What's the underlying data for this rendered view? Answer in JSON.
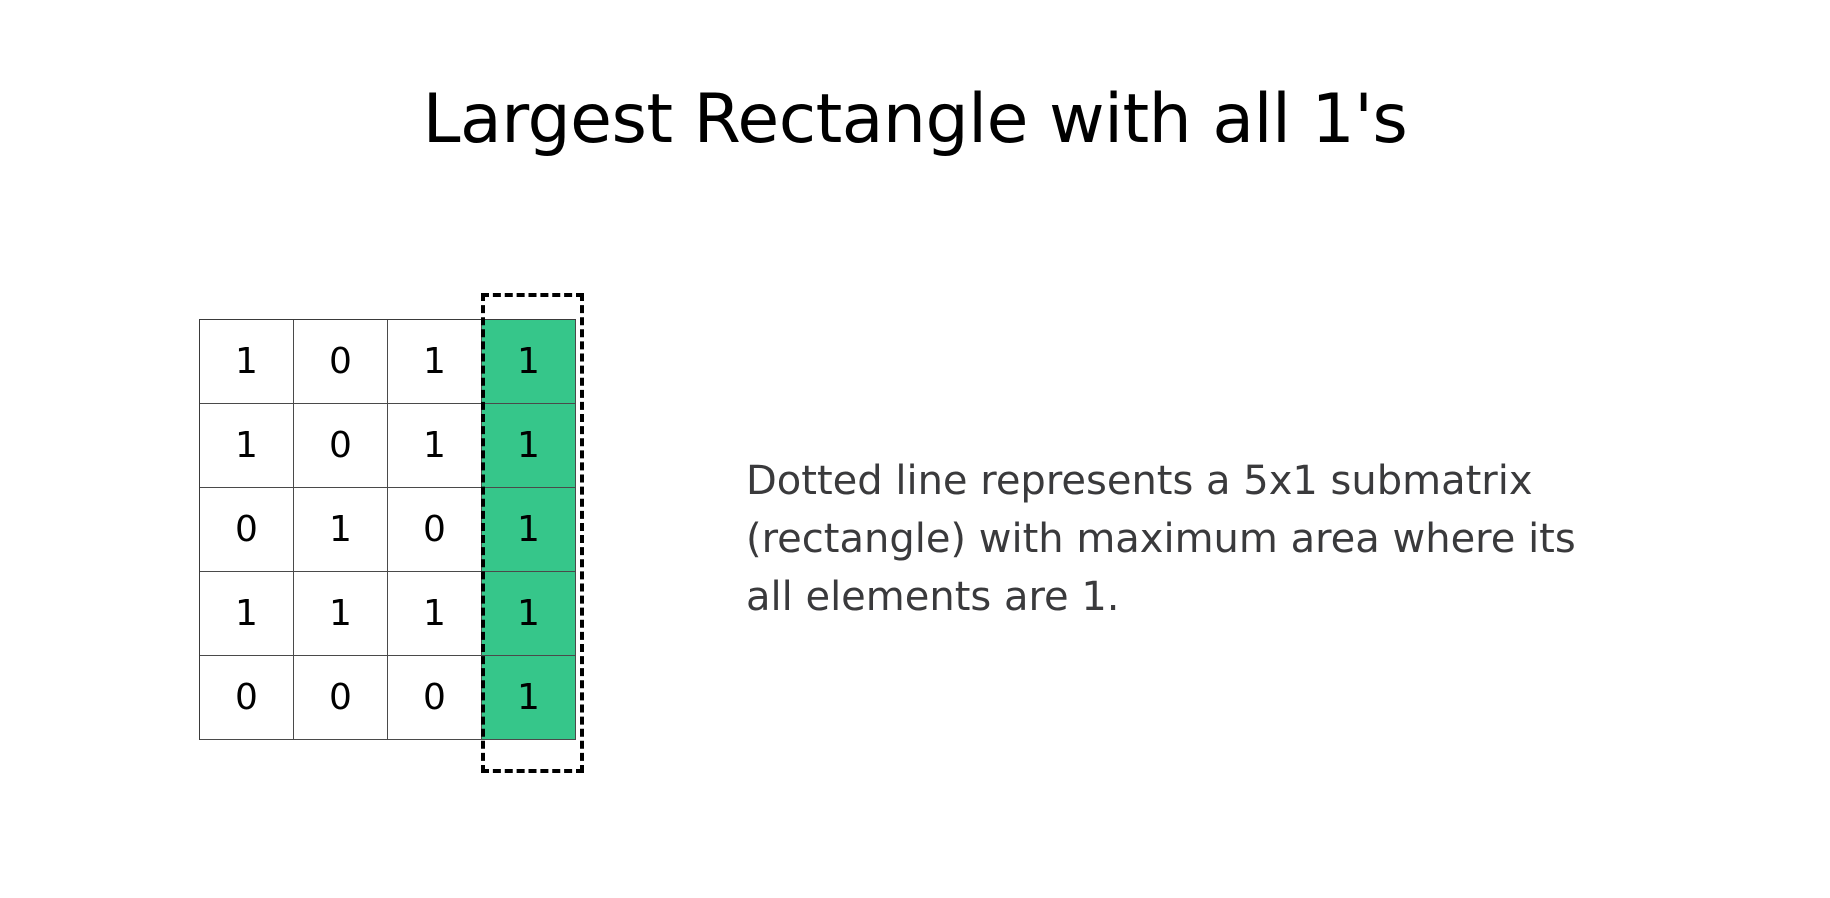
{
  "title": "Largest Rectangle with all 1's",
  "matrix": {
    "rows": [
      [
        "1",
        "0",
        "1",
        "1"
      ],
      [
        "1",
        "0",
        "1",
        "1"
      ],
      [
        "0",
        "1",
        "0",
        "1"
      ],
      [
        "1",
        "1",
        "1",
        "1"
      ],
      [
        "0",
        "0",
        "0",
        "1"
      ]
    ],
    "highlighted_column": 3,
    "highlight_color": "#36c68a",
    "border_color": "#4a4a4a"
  },
  "description": {
    "lines": [
      "Dotted line represents a 5x1 submatrix",
      "(rectangle) with maximum area where its",
      "all elements are 1."
    ]
  }
}
